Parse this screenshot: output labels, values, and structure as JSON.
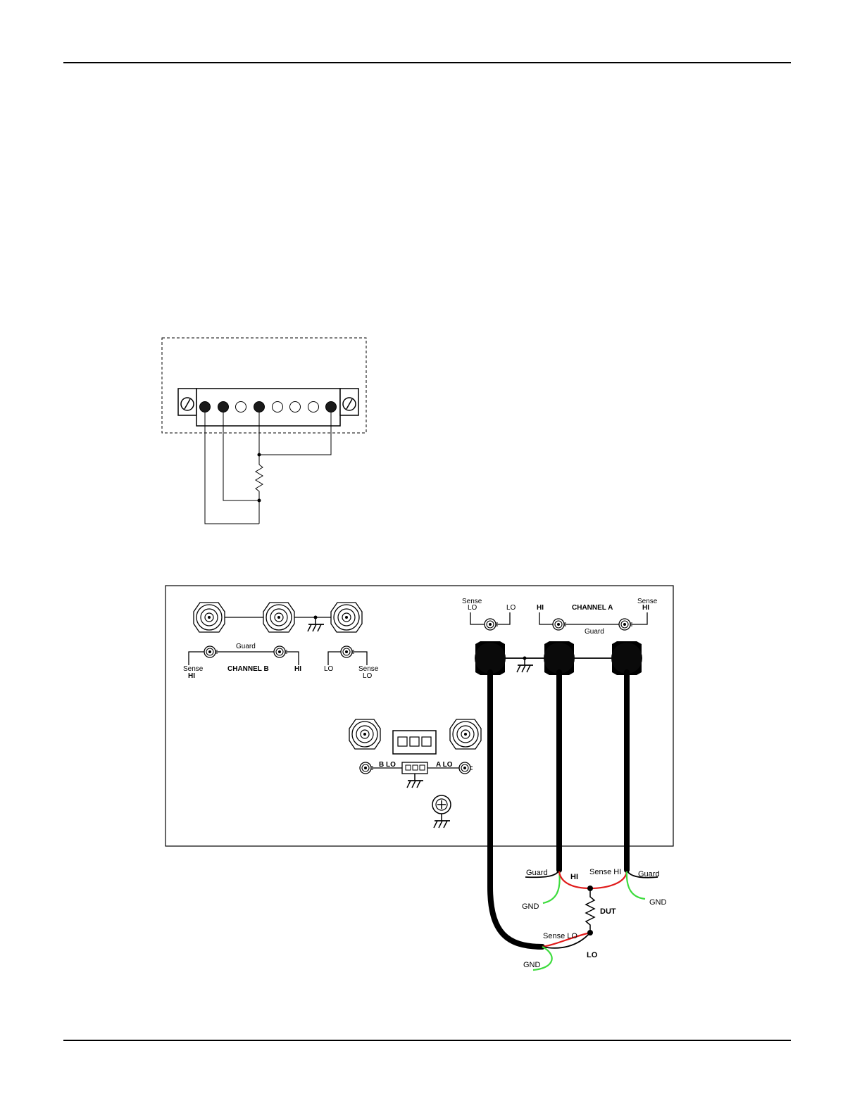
{
  "colors": {
    "wire_hi": "#e01b1b",
    "wire_gnd": "#3ddc3d",
    "ink": "#000000"
  },
  "fig2": {
    "panel_a": {
      "sense_lo_top": "Sense",
      "sense_lo_bottom": "LO",
      "lo": "LO",
      "hi": "HI",
      "title": "CHANNEL  A",
      "sense_hi_top": "Sense",
      "sense_hi_bottom": "HI",
      "guard": "Guard"
    },
    "panel_b": {
      "guard": "Guard",
      "sense_hi_top": "Sense",
      "sense_hi_bottom": "HI",
      "title": "CHANNEL  B",
      "hi": "HI",
      "lo": "LO",
      "sense_lo_top": "Sense",
      "sense_lo_bottom": "LO"
    },
    "lo_strip": {
      "b_lo": "B  LO",
      "a_lo": "A  LO"
    },
    "wires": {
      "guard_left": "Guard",
      "hi": "HI",
      "sense_hi": "Sense HI",
      "guard_right": "Guard",
      "gnd_left": "GND",
      "gnd_right": "GND",
      "dut": "DUT",
      "sense_lo": "Sense LO",
      "lo": "LO",
      "gnd_bottom": "GND"
    }
  }
}
